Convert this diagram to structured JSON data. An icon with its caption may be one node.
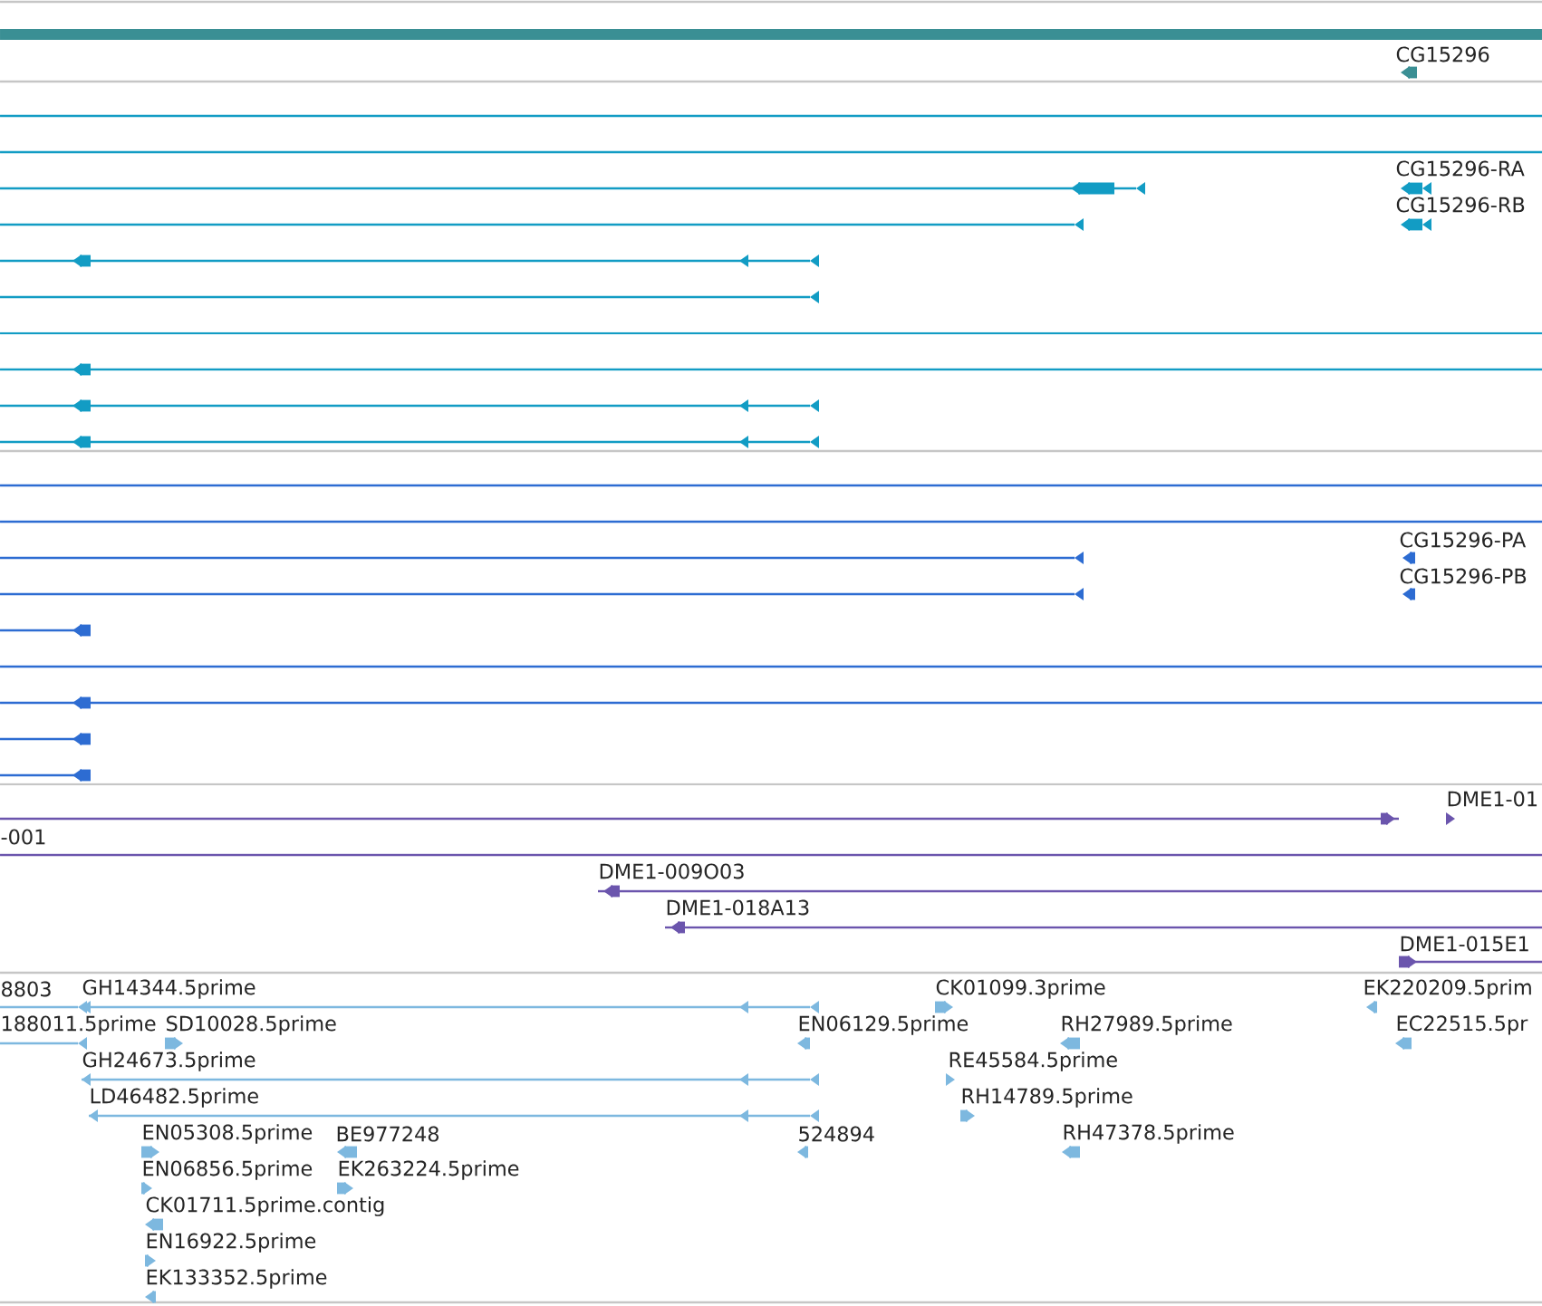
{
  "diagram": {
    "labels": [
      "CG15296",
      "CG15296-RA",
      "CG15296-RB",
      "CG15296-PA",
      "CG15296-PB",
      "DME1-01",
      "-001",
      "DME1-009O03",
      "DME1-018A13",
      "DME1-015E1",
      "8803",
      "GH14344.5prime",
      "CK01099.3prime",
      "EK220209.5prim",
      "188011.5prime",
      "SD10028.5prime",
      "EN06129.5prime",
      "RH27989.5prime",
      "EC22515.5pr",
      "GH24673.5prime",
      "RE45584.5prime",
      "LD46482.5prime",
      "RH14789.5prime",
      "EN05308.5prime",
      "BE977248",
      "524894",
      "RH47378.5prime",
      "EN06856.5prime",
      "EK263224.5prime",
      "CK01711.5prime.contig",
      "EN16922.5prime",
      "EK133352.5prime"
    ]
  }
}
